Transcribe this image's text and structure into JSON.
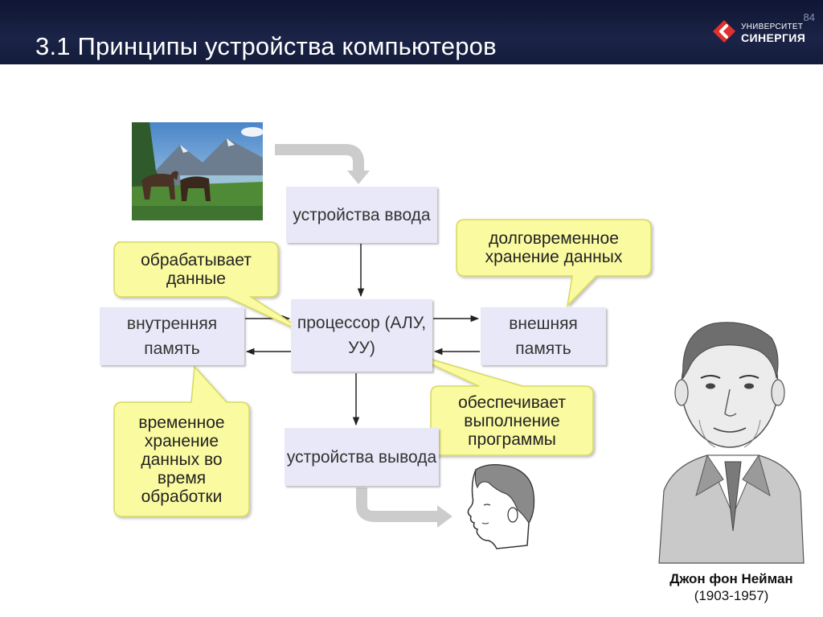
{
  "slide": {
    "title": "3.1 Принципы устройства компьютеров",
    "slide_number": "84",
    "logo": {
      "line1": "УНИВЕРСИТЕТ",
      "line2": "СИНЕРГИЯ"
    }
  },
  "diagram": {
    "boxes": {
      "input": "устройства ввода",
      "processor": "процессор (АЛУ, УУ)",
      "internal_memory": "внутренняя память",
      "external_memory": "внешняя память",
      "output": "устройства вывода"
    },
    "callouts": {
      "processes": "обрабатывает данные",
      "long_term": "долговременное хранение данных",
      "temporary": "временное хранение данных во время обработки",
      "program": "обеспечивает выполнение программы"
    }
  },
  "portrait": {
    "name": "Джон фон Нейман",
    "years": "(1903-1957)"
  },
  "colors": {
    "header": "#141b3a",
    "box_fill": "#e8e8f8",
    "callout_fill": "#fafaa0",
    "callout_border": "#d8d860",
    "gray_arrow": "#c8c8c8",
    "logo_red": "#e0312f"
  }
}
